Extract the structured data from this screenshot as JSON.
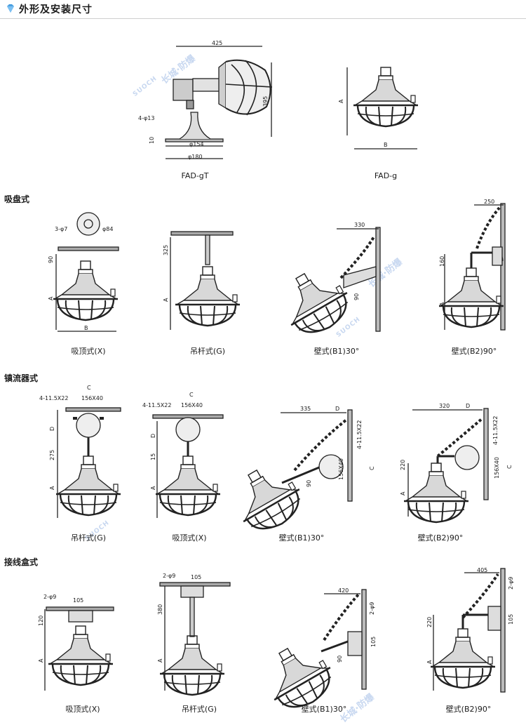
{
  "header": {
    "title": "外形及安装尺寸",
    "icon": "diamond-icon",
    "accent": "#4a9fe0"
  },
  "top": {
    "fad_gt": {
      "caption": "FAD-gT",
      "dims": [
        "425",
        "395",
        "4-φ13",
        "10",
        "φ154",
        "φ180"
      ]
    },
    "fad_g": {
      "caption": "FAD-g",
      "dims": [
        "A",
        "B"
      ]
    }
  },
  "sections": [
    {
      "title": "吸盘式",
      "items": [
        {
          "caption": "吸顶式(X)",
          "dims": [
            "3-φ7",
            "φ84",
            "90",
            "A",
            "B"
          ]
        },
        {
          "caption": "吊杆式(G)",
          "dims": [
            "325",
            "A"
          ]
        },
        {
          "caption": "壁式(B1)30°",
          "dims": [
            "330",
            "90"
          ]
        },
        {
          "caption": "壁式(B2)90°",
          "dims": [
            "250",
            "160",
            "A"
          ]
        }
      ]
    },
    {
      "title": "镇流器式",
      "items": [
        {
          "caption": "吊杆式(G)",
          "dims": [
            "C",
            "4-11.5X22",
            "156X40",
            "D",
            "275",
            "A"
          ]
        },
        {
          "caption": "吸顶式(X)",
          "dims": [
            "C",
            "4-11.5X22",
            "156X40",
            "D",
            "15",
            "A"
          ]
        },
        {
          "caption": "壁式(B1)30°",
          "dims": [
            "335",
            "D",
            "4-11.5X22",
            "156X40",
            "C",
            "90"
          ]
        },
        {
          "caption": "壁式(B2)90°",
          "dims": [
            "320",
            "D",
            "4-11.5X22",
            "156X40",
            "C",
            "220",
            "A"
          ]
        }
      ]
    },
    {
      "title": "接线盒式",
      "items": [
        {
          "caption": "吸顶式(X)",
          "dims": [
            "2-φ9",
            "105",
            "120",
            "A"
          ]
        },
        {
          "caption": "吊杆式(G)",
          "dims": [
            "2-φ9",
            "105",
            "380",
            "A"
          ]
        },
        {
          "caption": "壁式(B1)30°",
          "dims": [
            "420",
            "2-φ9",
            "105",
            "90"
          ]
        },
        {
          "caption": "壁式(B2)90°",
          "dims": [
            "405",
            "2-φ9",
            "105",
            "220",
            "A"
          ]
        }
      ]
    }
  ],
  "watermark": {
    "text": "长城·防爆",
    "brand": "SUOCH",
    "color": "#9bb8e4"
  }
}
